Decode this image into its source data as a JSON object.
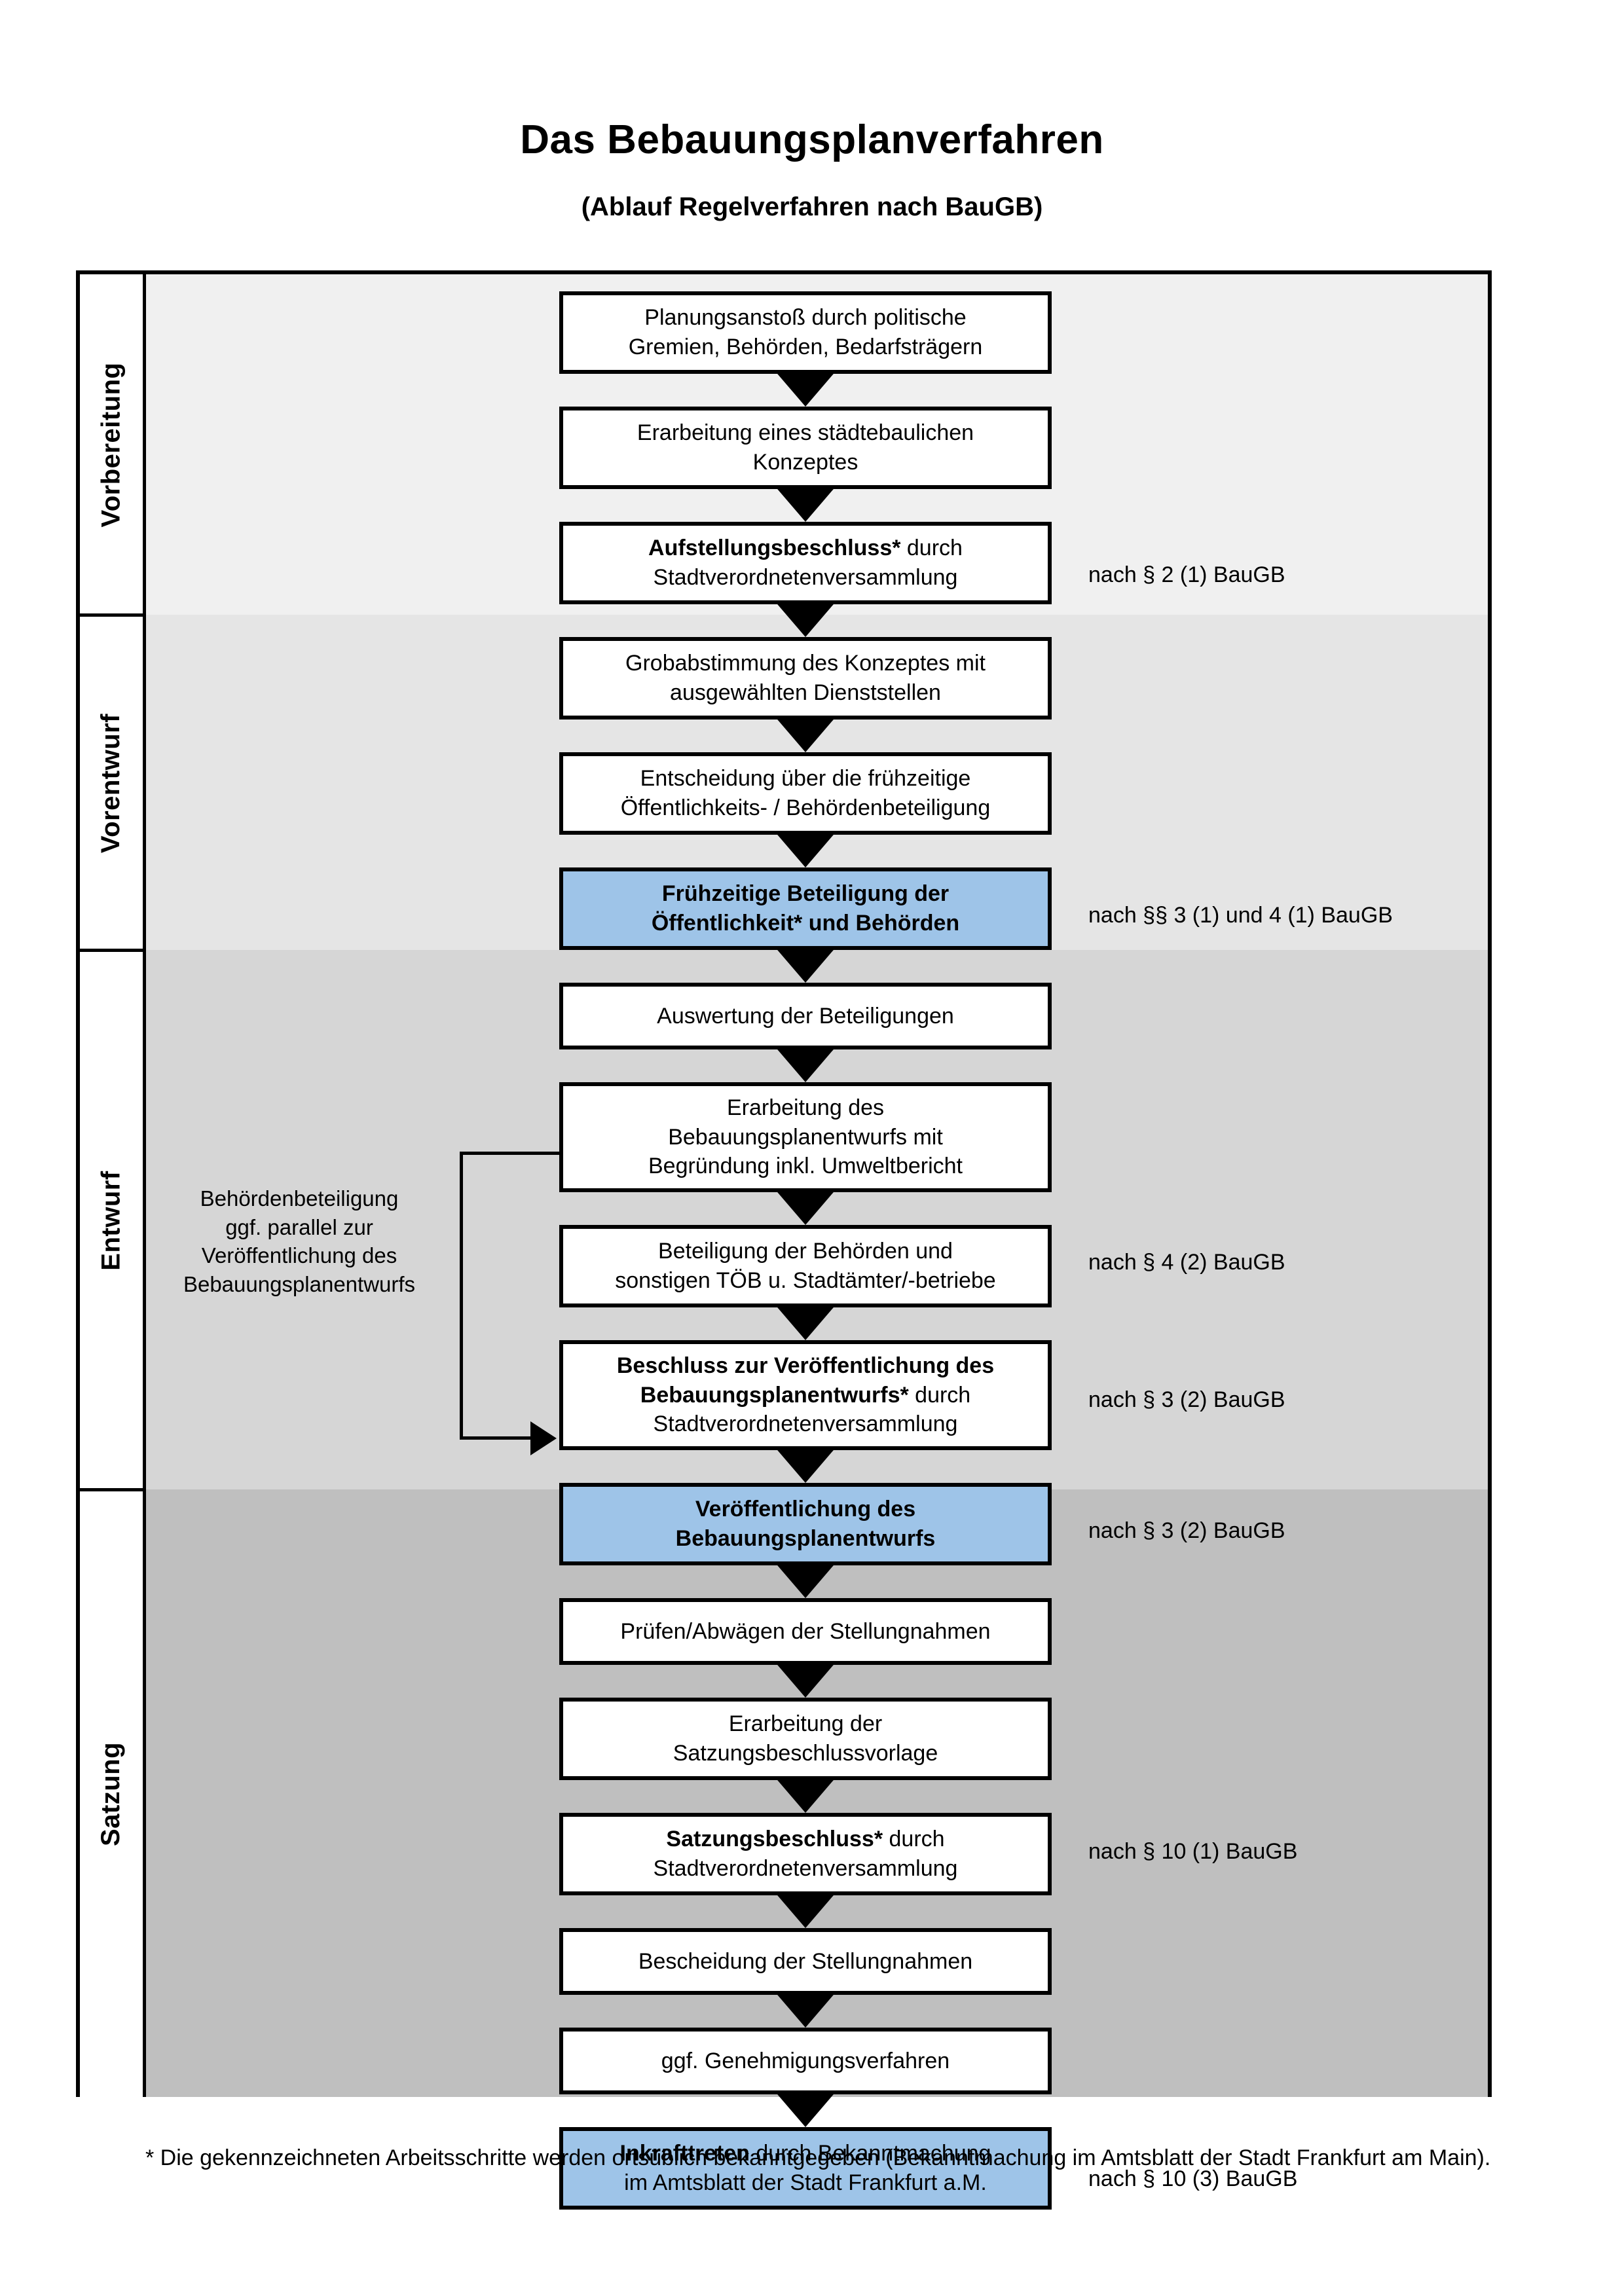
{
  "header": {
    "title": "Das Bebauungsplanverfahren",
    "subtitle": "(Ablauf Regelverfahren nach BauGB)"
  },
  "colors": {
    "highlight_box": "#9ec4e8",
    "band_vorbereitung": "#f0f0f0",
    "band_vorentwurf": "#e5e5e5",
    "band_entwurf": "#d6d6d6",
    "band_satzung": "#bfbfbf",
    "border": "#000000"
  },
  "sections": [
    {
      "id": "vorbereitung",
      "label": "Vorbereitung"
    },
    {
      "id": "vorentwurf",
      "label": "Vorentwurf"
    },
    {
      "id": "entwurf",
      "label": "Entwurf"
    },
    {
      "id": "satzung",
      "label": "Satzung"
    }
  ],
  "steps": [
    {
      "id": "planungsanstoss",
      "section": "vorbereitung",
      "line1": "Planungsanstoß durch politische",
      "line2": "Gremien, Behörden, Bedarfsträgern",
      "highlighted": false,
      "bold_prefix": ""
    },
    {
      "id": "staedtebauliches-konzept",
      "section": "vorbereitung",
      "line1": "Erarbeitung eines städtebaulichen",
      "line2": "Konzeptes",
      "highlighted": false,
      "bold_prefix": ""
    },
    {
      "id": "aufstellungsbeschluss",
      "section": "vorbereitung",
      "bold_prefix": "Aufstellungsbeschluss*",
      "line1": " durch",
      "line2": "Stadtverordnetenversammlung",
      "highlighted": false
    },
    {
      "id": "grobabstimmung",
      "section": "vorentwurf",
      "line1": "Grobabstimmung des Konzeptes mit",
      "line2": "ausgewählten Dienststellen",
      "highlighted": false,
      "bold_prefix": ""
    },
    {
      "id": "entscheidung-fruehzeitige-beteiligung",
      "section": "vorentwurf",
      "line1": "Entscheidung über die frühzeitige",
      "line2": "Öffentlichkeits- / Behördenbeteiligung",
      "highlighted": false,
      "bold_prefix": ""
    },
    {
      "id": "fruehzeitige-beteiligung",
      "section": "vorentwurf",
      "line1": "Frühzeitige Beteiligung der",
      "line2": "Öffentlichkeit* und Behörden",
      "highlighted": true,
      "all_bold": true,
      "bold_prefix": ""
    },
    {
      "id": "auswertung-beteiligungen",
      "section": "entwurf",
      "line1": "Auswertung der Beteiligungen",
      "line2": "",
      "highlighted": false,
      "bold_prefix": ""
    },
    {
      "id": "erarbeitung-bebauungsplanentwurf",
      "section": "entwurf",
      "line1": "Erarbeitung des",
      "line2": "Bebauungsplanentwurfs mit",
      "line3": "Begründung inkl. Umweltbericht",
      "highlighted": false,
      "bold_prefix": ""
    },
    {
      "id": "beteiligung-behoerden-toeb",
      "section": "entwurf",
      "line1": "Beteiligung der Behörden und",
      "line2": "sonstigen TÖB u. Stadtämter/-betriebe",
      "highlighted": false,
      "bold_prefix": ""
    },
    {
      "id": "beschluss-veroeffentlichung",
      "section": "entwurf",
      "bold_prefix": "Beschluss zur Veröffentlichung des Bebauungsplanentwurfs*",
      "line1": " durch",
      "line2": "Stadtverordnetenversammlung",
      "highlighted": false
    },
    {
      "id": "veroeffentlichung-bebauungsplanentwurf",
      "section": "entwurf",
      "line1": "Veröffentlichung des",
      "line2": "Bebauungsplanentwurfs",
      "highlighted": true,
      "all_bold": true,
      "bold_prefix": ""
    },
    {
      "id": "pruefen-abwaegen",
      "section": "satzung",
      "line1": "Prüfen/Abwägen der Stellungnahmen",
      "line2": "",
      "highlighted": false,
      "bold_prefix": ""
    },
    {
      "id": "erarbeitung-satzungsbeschlussvorlage",
      "section": "satzung",
      "line1": "Erarbeitung der",
      "line2": "Satzungsbeschlussvorlage",
      "highlighted": false,
      "bold_prefix": ""
    },
    {
      "id": "satzungsbeschluss",
      "section": "satzung",
      "bold_prefix": "Satzungsbeschluss*",
      "line1": " durch",
      "line2": "Stadtverordnetenversammlung",
      "highlighted": false
    },
    {
      "id": "bescheidung-stellungnahmen",
      "section": "satzung",
      "line1": "Bescheidung der Stellungnahmen",
      "line2": "",
      "highlighted": false,
      "bold_prefix": ""
    },
    {
      "id": "genehmigungsverfahren",
      "section": "satzung",
      "line1": "ggf. Genehmigungsverfahren",
      "line2": "",
      "highlighted": false,
      "bold_prefix": ""
    },
    {
      "id": "inkrafttreten",
      "section": "satzung",
      "bold_prefix": "Inkrafttreten",
      "line1": " durch Bekanntmachung",
      "line2": "im Amtsblatt der Stadt Frankfurt a.M.",
      "highlighted": true
    }
  ],
  "legal_references": [
    {
      "id": "ref-par2-1",
      "text": "nach § 2 (1) BauGB"
    },
    {
      "id": "ref-par3-1-4-1",
      "text": "nach §§ 3 (1) und 4 (1) BauGB"
    },
    {
      "id": "ref-par4-2",
      "text": "nach § 4 (2) BauGB"
    },
    {
      "id": "ref-par3-2-a",
      "text": "nach § 3 (2) BauGB"
    },
    {
      "id": "ref-par3-2-b",
      "text": "nach § 3 (2) BauGB"
    },
    {
      "id": "ref-par10-1",
      "text": "nach § 10 (1) BauGB"
    },
    {
      "id": "ref-par10-3",
      "text": "nach § 10 (3) BauGB"
    }
  ],
  "side_note": {
    "line1": "Behördenbeteiligung",
    "line2": "ggf. parallel zur",
    "line3": "Veröffentlichung des",
    "line4": "Bebauungsplanentwurfs"
  },
  "footnote": {
    "text": "* Die gekennzeichneten Arbeitsschritte werden ortsüblich bekanntgegeben (Bekanntmachung im Amtsblatt  der Stadt Frankfurt am Main)."
  }
}
